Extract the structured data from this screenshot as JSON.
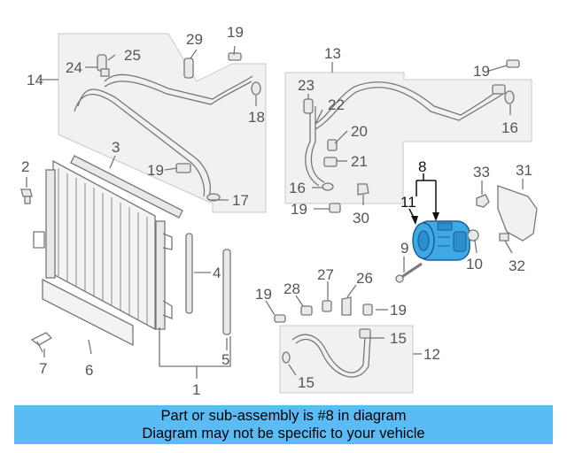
{
  "callouts": {
    "c1": "1",
    "c2": "2",
    "c3": "3",
    "c4": "4",
    "c5": "5",
    "c6": "6",
    "c7": "7",
    "c8": "8",
    "c9": "9",
    "c10": "10",
    "c11": "11",
    "c12": "12",
    "c13": "13",
    "c14": "14",
    "c15a": "15",
    "c15b": "15",
    "c16a": "16",
    "c16b": "16",
    "c17": "17",
    "c18": "18",
    "c19a": "19",
    "c19b": "19",
    "c19c": "19",
    "c19d": "19",
    "c19e": "19",
    "c19f": "19",
    "c20": "20",
    "c21": "21",
    "c22": "22",
    "c23": "23",
    "c24": "24",
    "c25": "25",
    "c26": "26",
    "c27": "27",
    "c28": "28",
    "c29": "29",
    "c30": "30",
    "c31": "31",
    "c32": "32",
    "c33": "33"
  },
  "highlight_color": "#3fa9e8",
  "banner": {
    "line1": "Part or sub-assembly is #8 in diagram",
    "line2": "Diagram may not be specific to your vehicle",
    "background": "#5bbcf5"
  }
}
